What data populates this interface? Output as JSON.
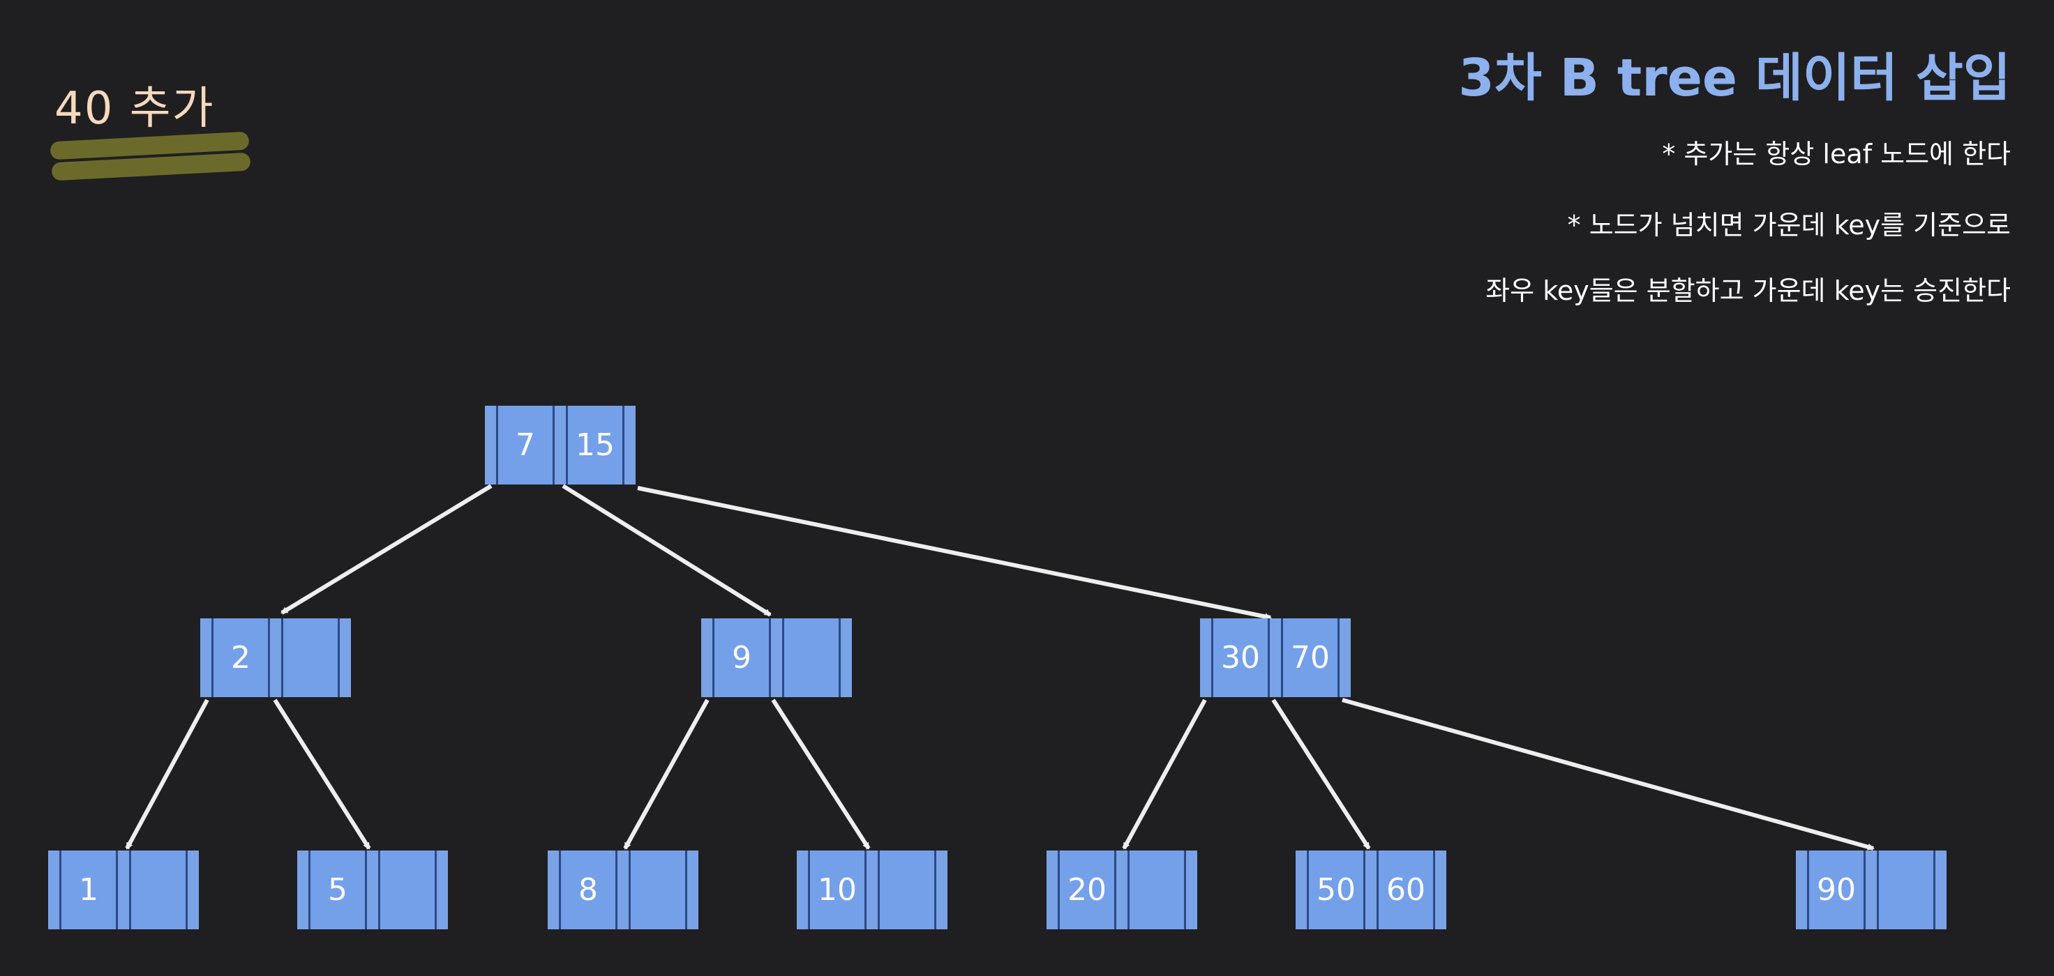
{
  "step_label": "40 추가",
  "title": "3차 B tree 데이터 삽입",
  "notes": [
    "* 추가는 항상 leaf 노드에 한다",
    "* 노드가 넘치면 가운데 key를 기준으로",
    "좌우 key들은 분할하고 가운데 key는 승진한다"
  ],
  "colors": {
    "background": "#1f1f21",
    "node": "#74a0ea",
    "title": "#8db0ee",
    "step": "#f6d9bd",
    "highlight": "#6b6a2b"
  },
  "tree": {
    "root": {
      "keys": [
        "7",
        "15"
      ]
    },
    "level1": [
      {
        "keys": [
          "2",
          ""
        ]
      },
      {
        "keys": [
          "9",
          ""
        ]
      },
      {
        "keys": [
          "30",
          "70"
        ]
      }
    ],
    "leaves": [
      {
        "keys": [
          "1",
          ""
        ]
      },
      {
        "keys": [
          "5",
          ""
        ]
      },
      {
        "keys": [
          "8",
          ""
        ]
      },
      {
        "keys": [
          "10",
          ""
        ]
      },
      {
        "keys": [
          "20",
          ""
        ]
      },
      {
        "keys": [
          "50",
          "60"
        ]
      },
      {
        "keys": [
          "90",
          ""
        ]
      }
    ]
  }
}
